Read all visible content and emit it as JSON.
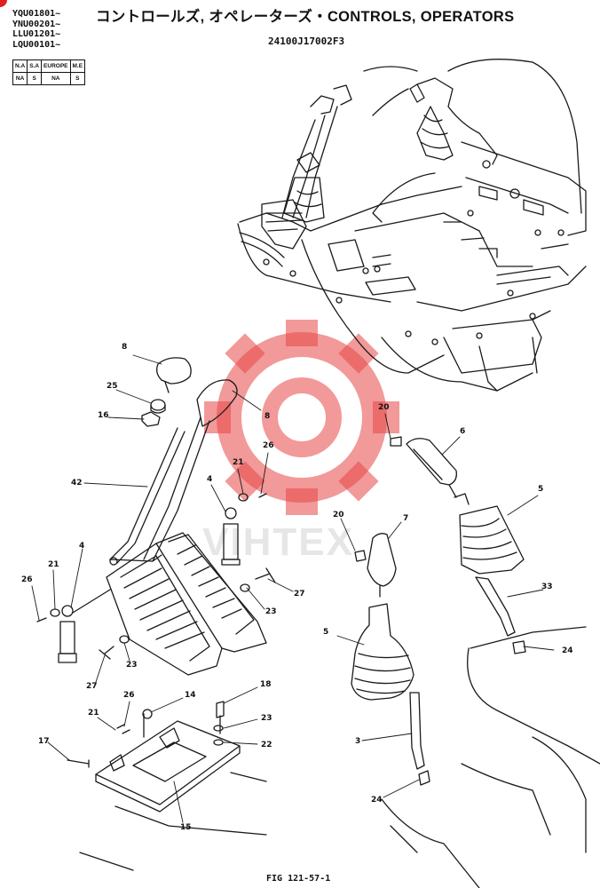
{
  "header": {
    "serials": [
      "YQU01801~",
      "YNU00201~",
      "LLU01201~",
      "LQU00101~"
    ],
    "title": "コントロールズ, オペレーターズ・CONTROLS, OPERATORS",
    "part_number": "24100J17002F3"
  },
  "market_table": {
    "headers": [
      "N.A",
      "S.A",
      "EUROPE",
      "M.E"
    ],
    "values": [
      "NA",
      "S",
      "NA",
      "S"
    ]
  },
  "watermark": {
    "text": "VIHTEX",
    "color": "#e84545"
  },
  "callouts": [
    "8",
    "25",
    "16",
    "8",
    "20",
    "6",
    "42",
    "4",
    "21",
    "26",
    "5",
    "20",
    "7",
    "33",
    "4",
    "21",
    "26",
    "27",
    "23",
    "5",
    "24",
    "23",
    "27",
    "26",
    "14",
    "18",
    "21",
    "23",
    "22",
    "3",
    "17",
    "24",
    "15"
  ],
  "figure_label": "FIG 121-57-1",
  "colors": {
    "line": "#1a1a1a",
    "corner_dot": "#e02020"
  }
}
